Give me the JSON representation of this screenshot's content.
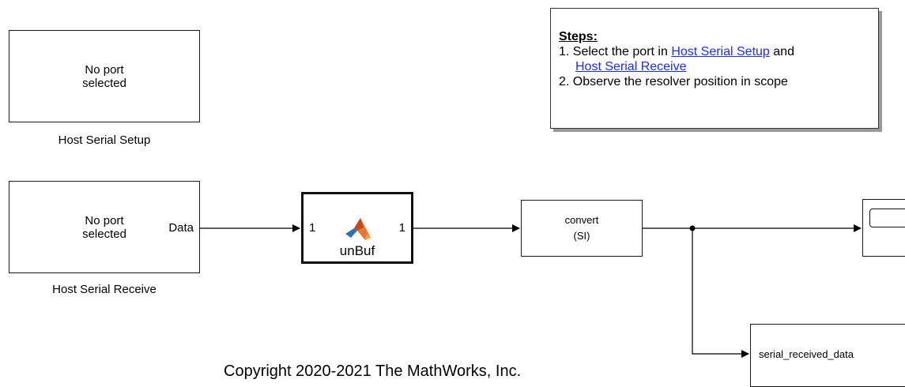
{
  "blocks": {
    "host_serial_setup": {
      "text_line1": "No port",
      "text_line2": "selected",
      "caption": "Host Serial Setup"
    },
    "host_serial_receive": {
      "text_line1": "No port",
      "text_line2": "selected",
      "port_out": "Data",
      "caption": "Host Serial Receive"
    },
    "unbuf": {
      "port_in": "1",
      "port_out": "1",
      "name": "unBuf"
    },
    "convert": {
      "line1": "convert",
      "line2": "(SI)"
    },
    "serial_received_data": {
      "label": "serial_received_data"
    }
  },
  "note": {
    "heading": "Steps:",
    "step1_prefix": "1. Select the port in ",
    "step1_link1": "Host Serial Setup",
    "step1_mid": " and",
    "step1_link2": "Host Serial Receive",
    "step2": "2. Observe the resolver position in scope"
  },
  "copyright": "Copyright 2020-2021 The MathWorks, Inc."
}
